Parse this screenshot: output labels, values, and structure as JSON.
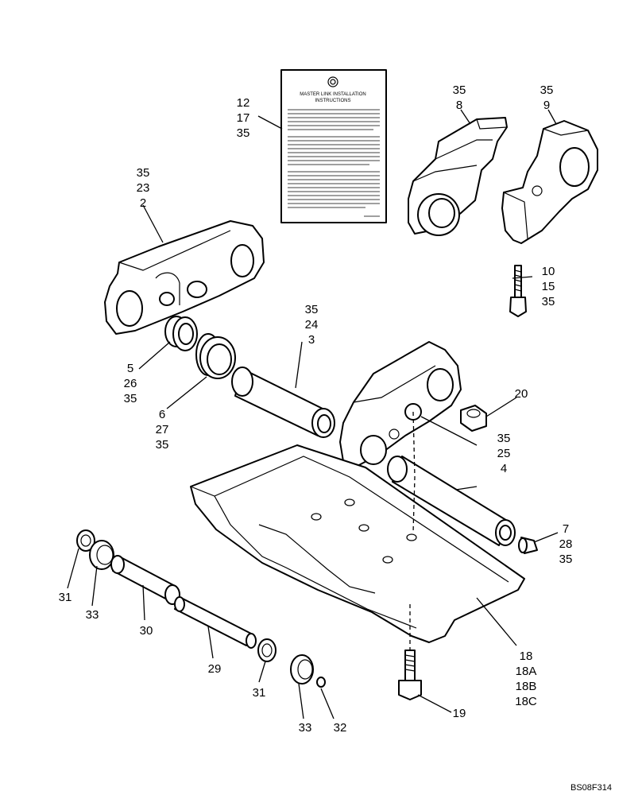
{
  "figure_code": "BS08F314",
  "instruction_sheet": {
    "title_line1": "MASTER LINK INSTALLATION",
    "title_line2": "INSTRUCTIONS"
  },
  "callouts": {
    "c12": [
      "12",
      "17",
      "35"
    ],
    "c8": [
      "35",
      "8"
    ],
    "c9": [
      "35",
      "9"
    ],
    "c2": [
      "35",
      "23",
      "2"
    ],
    "c10": [
      "10",
      "15",
      "35"
    ],
    "c3": [
      "35",
      "24",
      "3"
    ],
    "c5": [
      "5",
      "26",
      "35"
    ],
    "c6": [
      "6",
      "27",
      "35"
    ],
    "c20": [
      "20"
    ],
    "c4": [
      "35",
      "25",
      "4"
    ],
    "c7": [
      "7",
      "28",
      "35"
    ],
    "c18": [
      "18",
      "18A",
      "18B",
      "18C"
    ],
    "c31a": [
      "31"
    ],
    "c33a": [
      "33"
    ],
    "c30": [
      "30"
    ],
    "c29": [
      "29"
    ],
    "c31b": [
      "31"
    ],
    "c19": [
      "19"
    ],
    "c33b": [
      "33"
    ],
    "c32": [
      "32"
    ]
  }
}
